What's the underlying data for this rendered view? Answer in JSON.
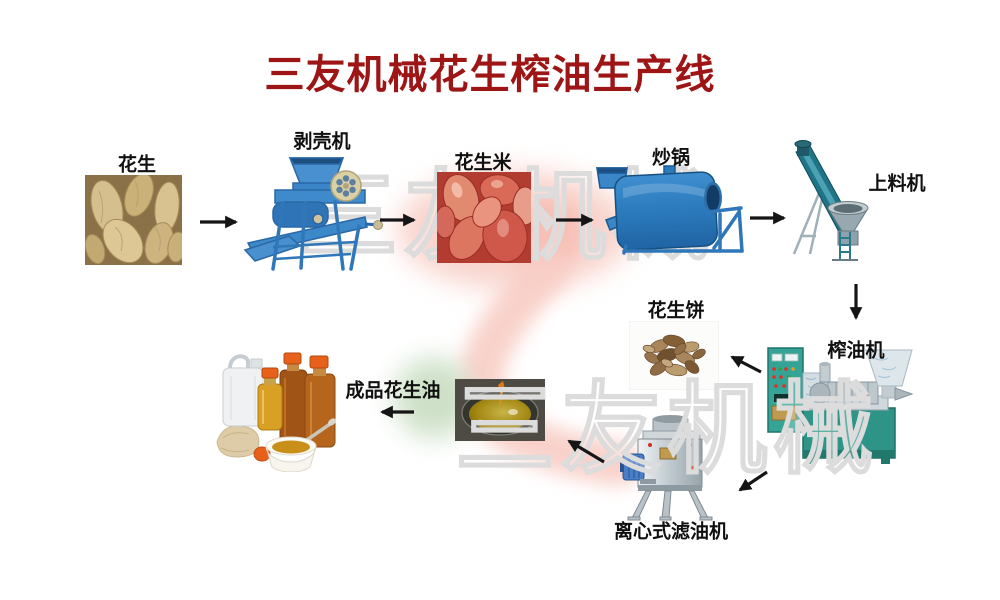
{
  "title": "三友机械花生榨油生产线",
  "title_color": "#9d1515",
  "watermark": "三友机械",
  "nodes": {
    "peanuts": {
      "label": "花生"
    },
    "sheller": {
      "label": "剥壳机"
    },
    "kernels": {
      "label": "花生米"
    },
    "roaster": {
      "label": "炒锅"
    },
    "feeder": {
      "label": "上料机"
    },
    "press": {
      "label": "榨油机"
    },
    "cake": {
      "label": "花生饼"
    },
    "filter": {
      "label": "离心式滤油机"
    },
    "oil_product": {
      "label": "成品花生油"
    }
  },
  "flow": [
    {
      "from": "peanuts",
      "to": "sheller"
    },
    {
      "from": "sheller",
      "to": "kernels"
    },
    {
      "from": "kernels",
      "to": "roaster"
    },
    {
      "from": "roaster",
      "to": "feeder"
    },
    {
      "from": "feeder",
      "to": "press"
    },
    {
      "from": "press",
      "to": "cake"
    },
    {
      "from": "press",
      "to": "filter"
    },
    {
      "from": "filter",
      "to": "oil_pan"
    },
    {
      "from": "oil_pan",
      "to": "oil_product"
    }
  ]
}
